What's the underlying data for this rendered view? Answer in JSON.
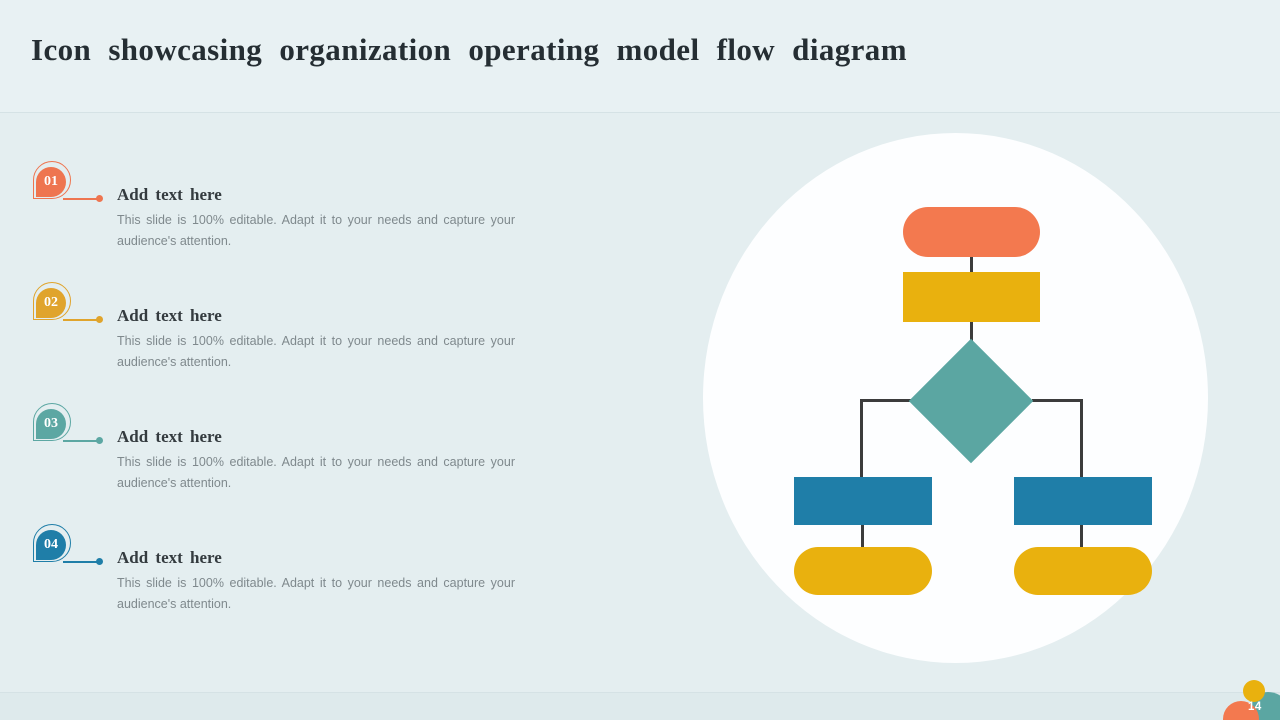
{
  "slide": {
    "title": "Icon showcasing organization operating model flow diagram",
    "page_number": "14"
  },
  "items": [
    {
      "number": "01",
      "heading": "Add text here",
      "body": "This slide is 100% editable. Adapt it to your needs and capture your audience's attention.",
      "color": "#EE7550"
    },
    {
      "number": "02",
      "heading": "Add text here",
      "body": "This slide is 100% editable. Adapt it to your needs and capture your audience's attention.",
      "color": "#E0A42C"
    },
    {
      "number": "03",
      "heading": "Add text here",
      "body": "This slide is 100% editable. Adapt it to your needs and capture your audience's attention.",
      "color": "#5CA7A3"
    },
    {
      "number": "04",
      "heading": "Add text here",
      "body": "This slide is 100% editable. Adapt it to your needs and capture your audience's attention.",
      "color": "#1F7EA8"
    }
  ],
  "diagram": {
    "shapes": [
      "start-pill-orange",
      "process-rectangle-yellow",
      "decision-diamond-teal",
      "process-rectangle-blue-left",
      "process-rectangle-blue-right",
      "terminal-pill-yellow-left",
      "terminal-pill-yellow-right"
    ]
  },
  "colors": {
    "background": "#E4EEF0",
    "circle_backdrop": "#FDFEFF",
    "orange": "#F3794F",
    "yellow": "#E9B10E",
    "teal": "#5BA6A2",
    "blue": "#1F7EA8",
    "connector": "#3C3C3C",
    "title_text": "#252E33",
    "body_text": "#7F898D"
  }
}
